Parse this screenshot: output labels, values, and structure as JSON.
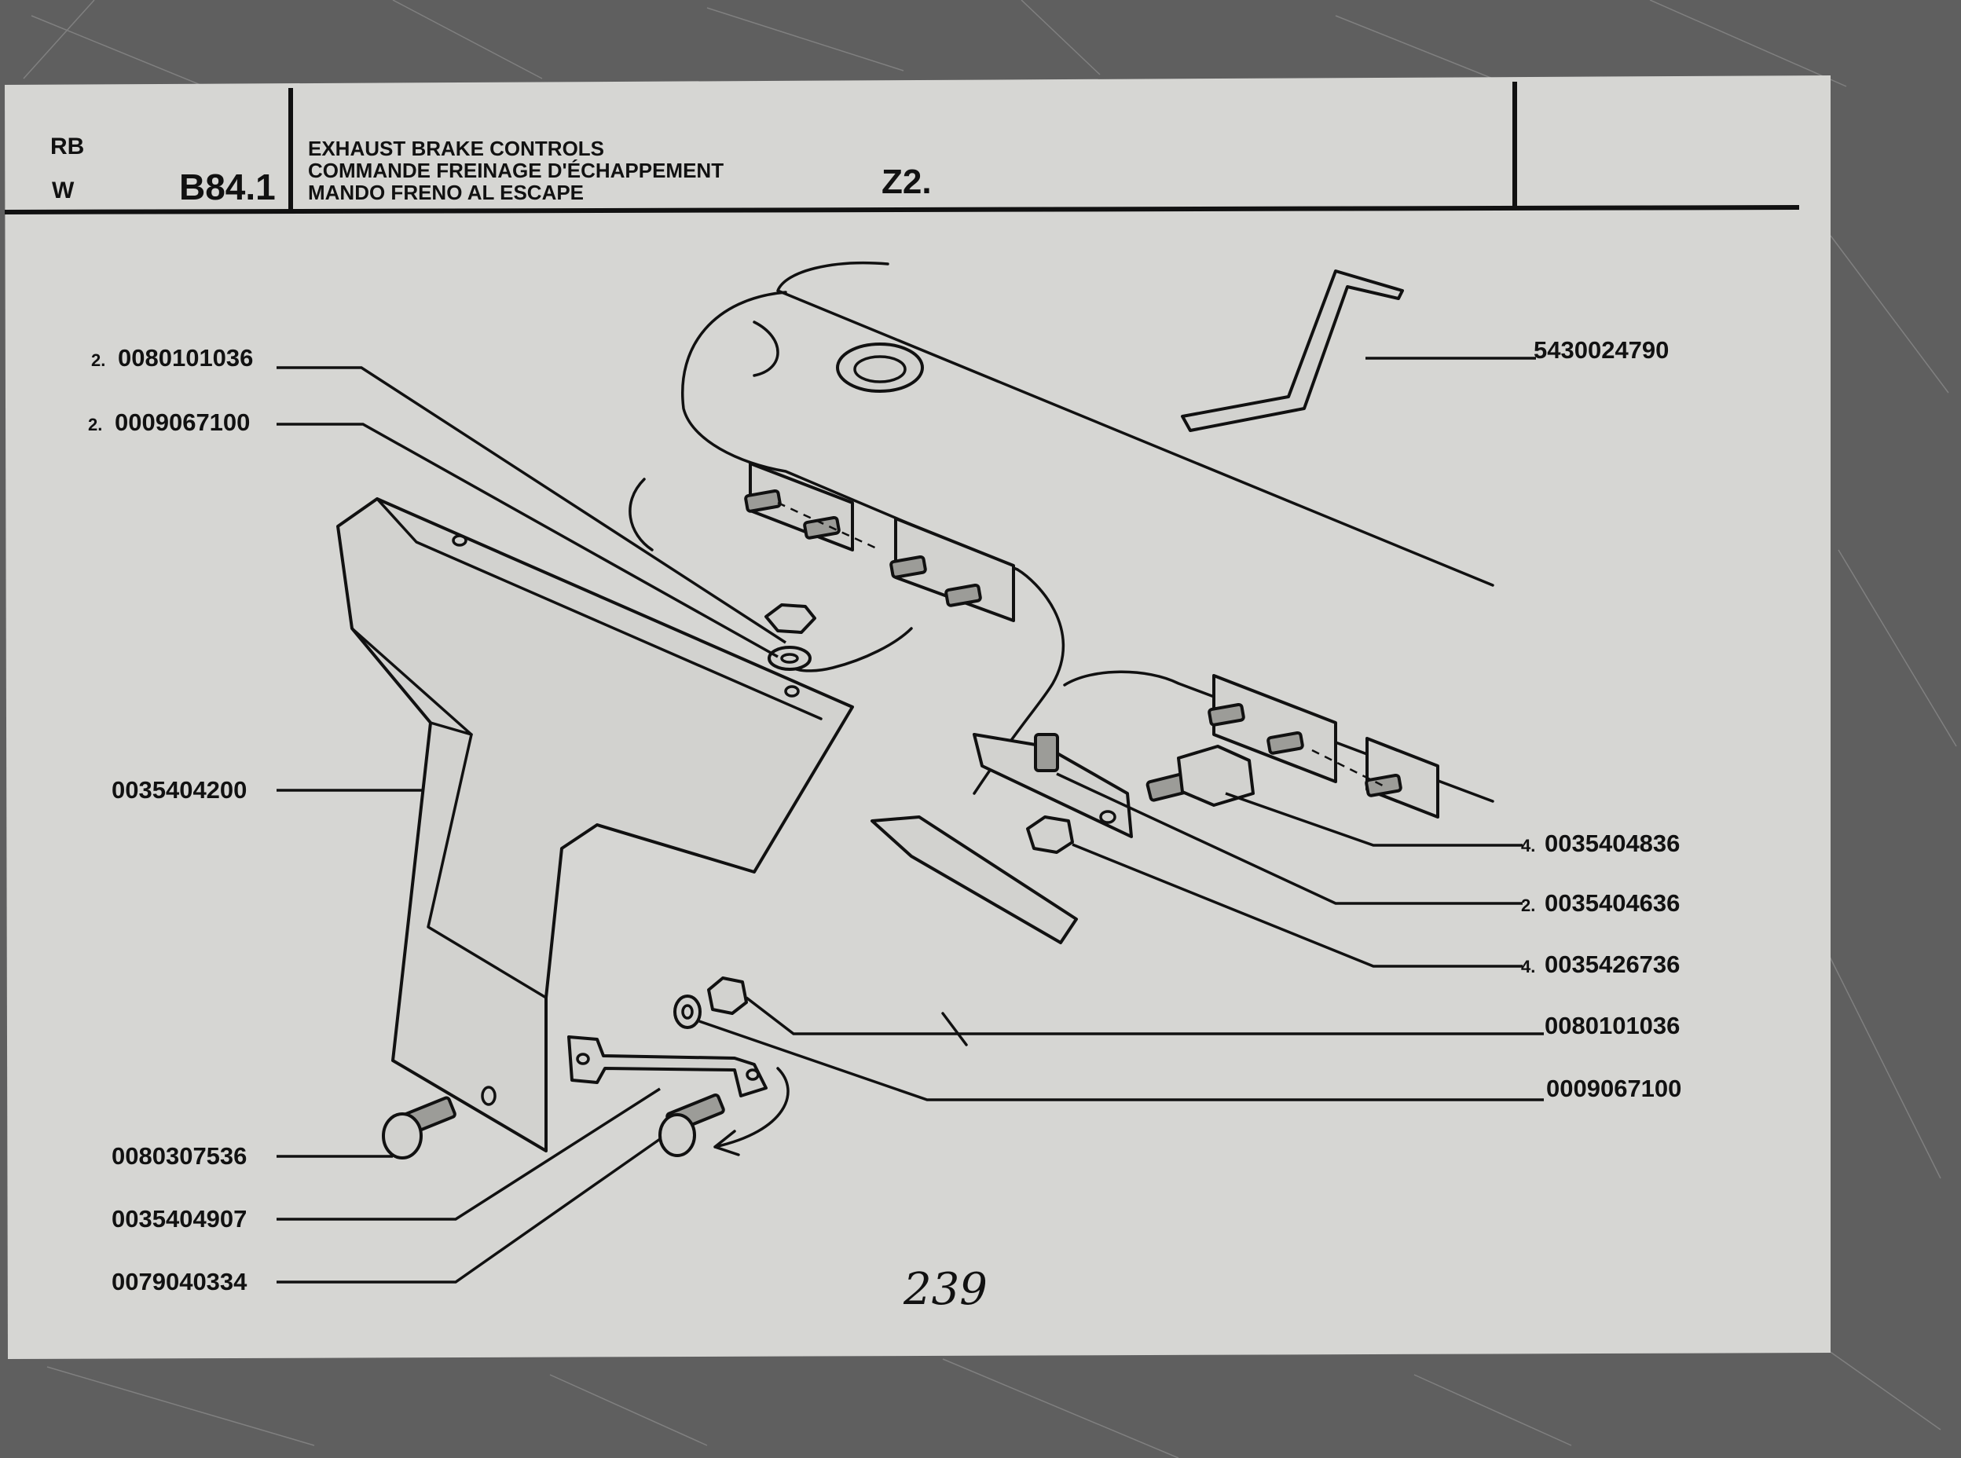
{
  "header": {
    "code_top": "RB",
    "code_bottom": "W",
    "group": "B84.1",
    "title_en": "EXHAUST BRAKE CONTROLS",
    "title_fr": "COMMANDE FREINAGE D'ÉCHAPPEMENT",
    "title_es": "MANDO FRENO AL ESCAPE",
    "variant": "Z2."
  },
  "callouts": [
    {
      "qty": "2.",
      "part": "0080101036"
    },
    {
      "qty": "2.",
      "part": "0009067100"
    },
    {
      "qty": "",
      "part": "0035404200"
    },
    {
      "qty": "",
      "part": "0080307536"
    },
    {
      "qty": "",
      "part": "0035404907"
    },
    {
      "qty": "",
      "part": "0079040334"
    },
    {
      "qty": "",
      "part": "5430024790"
    },
    {
      "qty": "4.",
      "part": "0035404836"
    },
    {
      "qty": "2.",
      "part": "0035404636"
    },
    {
      "qty": "4.",
      "part": "0035426736"
    },
    {
      "qty": "",
      "part": "0080101036"
    },
    {
      "qty": "",
      "part": "0009067100"
    }
  ],
  "page_number": "239"
}
